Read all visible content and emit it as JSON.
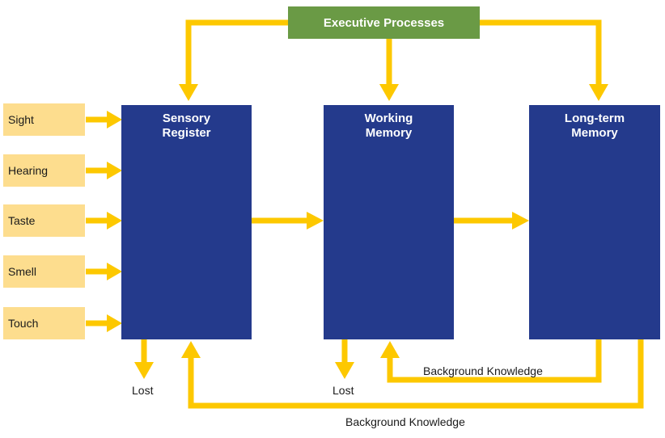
{
  "executive": {
    "label": "Executive Processes"
  },
  "memory_stores": {
    "sensory": {
      "line1": "Sensory",
      "line2": "Register"
    },
    "working": {
      "line1": "Working",
      "line2": "Memory"
    },
    "longterm": {
      "line1": "Long-term",
      "line2": "Memory"
    }
  },
  "senses": [
    "Sight",
    "Hearing",
    "Taste",
    "Smell",
    "Touch"
  ],
  "labels": {
    "lost_sensory": "Lost",
    "lost_working": "Lost",
    "background_knowledge_working": "Background Knowledge",
    "background_knowledge_sensory": "Background Knowledge"
  },
  "colors": {
    "arrow": "#fdc800",
    "memory_block": "#243a8c",
    "executive_box": "#6a9a45",
    "sense_box": "#fddd8e"
  }
}
